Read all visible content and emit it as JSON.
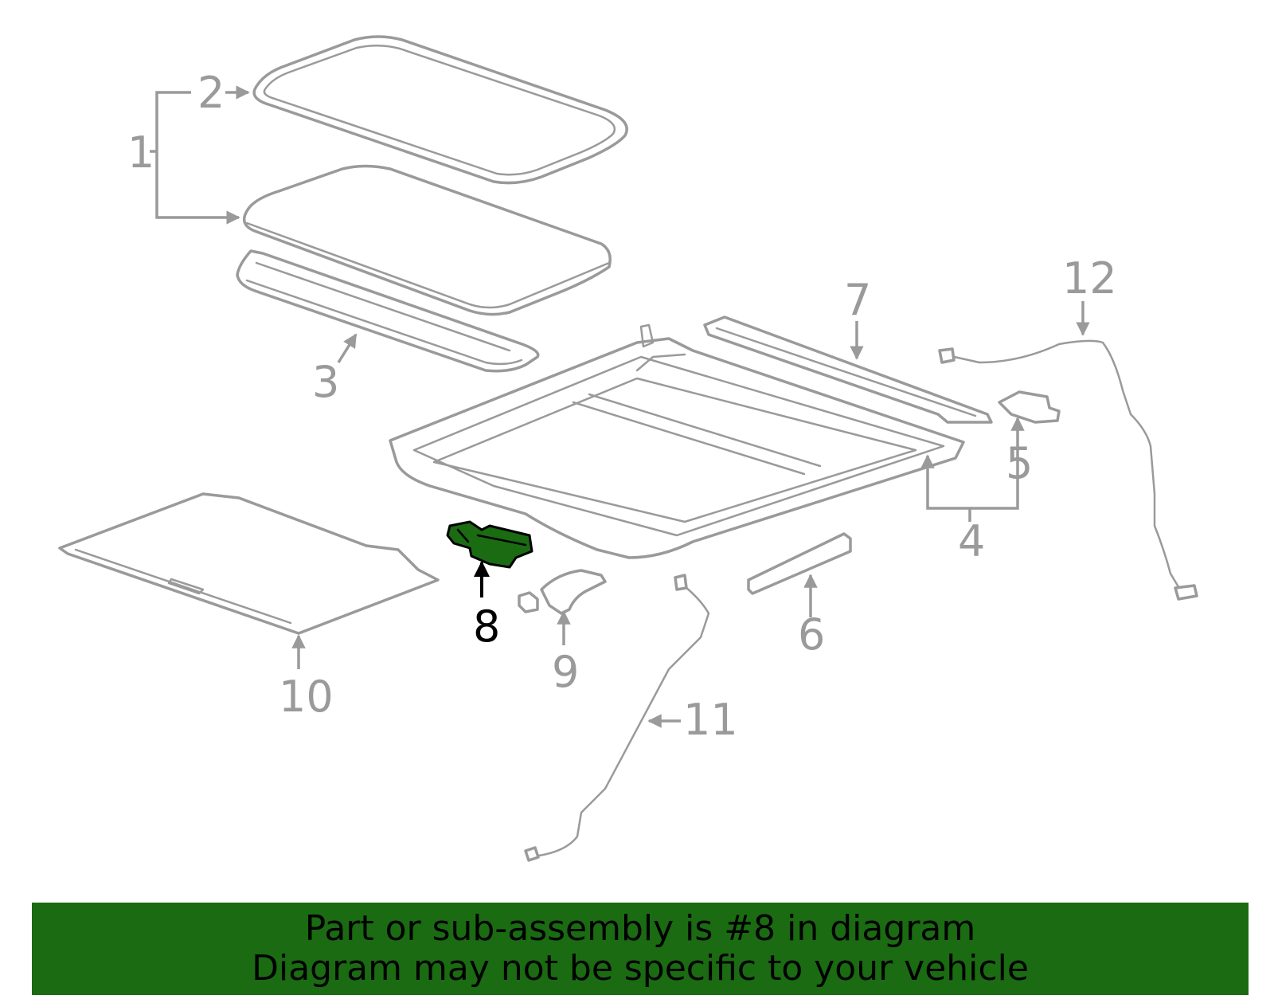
{
  "colors": {
    "highlight": "#1a6b12",
    "line": "#9a9a9a",
    "banner": "#1a6b12"
  },
  "callouts": {
    "c1": "1",
    "c2": "2",
    "c3": "3",
    "c4": "4",
    "c5": "5",
    "c6": "6",
    "c7": "7",
    "c8": "8",
    "c9": "9",
    "c10": "10",
    "c11": "11",
    "c12": "12"
  },
  "banner": {
    "line1": "Part or sub-assembly is #8 in diagram",
    "line2": "Diagram may not be specific to your vehicle"
  }
}
